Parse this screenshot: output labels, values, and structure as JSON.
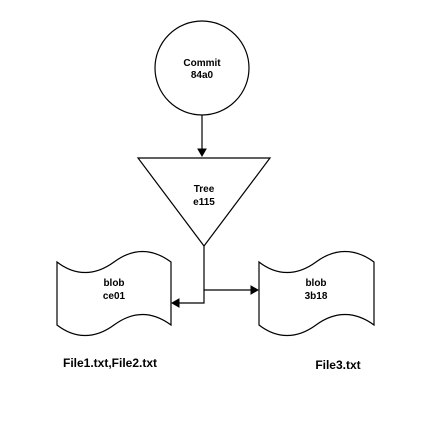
{
  "nodes": {
    "commit": {
      "line1": "Commit",
      "line2": "84a0"
    },
    "tree": {
      "line1": "Tree",
      "line2": "e115"
    },
    "blob_left": {
      "line1": "blob",
      "line2": "ce01"
    },
    "blob_right": {
      "line1": "blob",
      "line2": "3b18"
    }
  },
  "captions": {
    "left": "File1.txt,File2.txt",
    "right": "File3.txt"
  },
  "colors": {
    "stroke": "#000000",
    "fill": "#ffffff"
  }
}
